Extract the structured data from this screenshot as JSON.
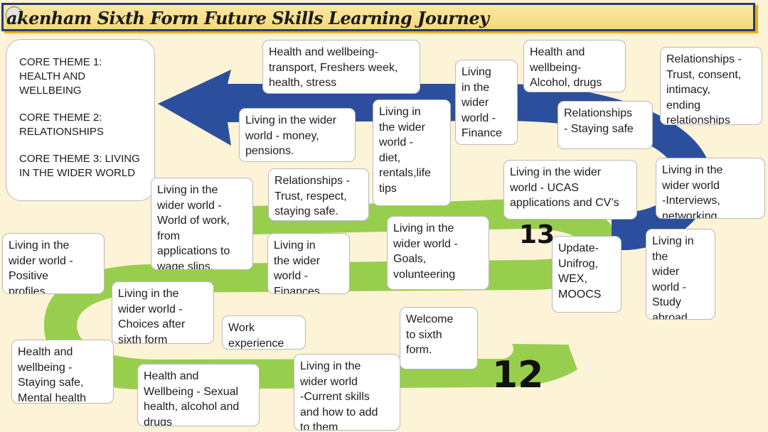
{
  "title": "akenham Sixth Form Future Skills Learning Journey",
  "core_themes": [
    "CORE THEME 1:\nHEALTH AND\nWELLBEING",
    "CORE THEME 2:\nRELATIONSHIPS",
    "CORE THEME 3: LIVING\nIN THE WIDER WORLD"
  ],
  "year_labels": {
    "year13": "13",
    "year12": "12"
  },
  "colors": {
    "navy_path": "#2b4f9c",
    "green_path": "#98ce4d",
    "title_border": "#243d73"
  },
  "boxes": {
    "health_transport": "Health and wellbeing-\ntransport, Freshers week,\nhealth, stress",
    "finance": "Living\nin the\nwider\nworld -\nFinance",
    "alcohol_drugs": "Health and\nwellbeing-\nAlcohol, drugs",
    "trust_consent": "Relationships -\nTrust, consent,\nintimacy,\nending\nrelationships",
    "money_pensions": "Living in the wider\nworld - money,\npensions.",
    "diet_rentals": "Living in\nthe wider\nworld -\ndiet,\nrentals,life\ntips",
    "staying_safe": "Relationships\n- Staying safe",
    "interviews": "Living in the\nwider world\n-Interviews,\nnetworking",
    "ucas": "Living in the wider\nworld - UCAS\napplications and CV’s",
    "world_of_work": "Living in the\nwider world -\nWorld of work,\nfrom\napplications to\nwage slips.",
    "trust_respect": "Relationships -\nTrust, respect,\nstaying safe.",
    "positive_profiles": "Living in the\nwider world -\nPositive\nprofiles",
    "finances": "Living in\nthe wider\nworld -\nFinances",
    "goals": "Living in the\nwider world -\nGoals,\nvolunteering",
    "unifrog": "Update-\nUnifrog,\nWEX,\nMOOCS",
    "study_abroad": "Living in\nthe\nwider\nworld -\nStudy\nabroad",
    "choices": "Living in the\nwider world -\nChoices after\nsixth form",
    "work_experience": "Work\nexperience",
    "welcome": "Welcome\nto sixth\nform.",
    "mental_health": "Health and\nwellbeing -\nStaying safe,\nMental health",
    "sexual_health": "Health and\nWellbeing - Sexual\nhealth, alcohol and\ndrugs",
    "current_skills": "Living in the\nwider world\n-Current skills\nand how to add\nto them"
  }
}
